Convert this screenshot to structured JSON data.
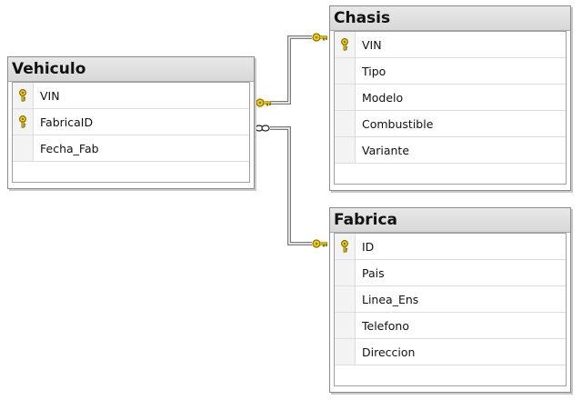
{
  "tables": {
    "vehiculo": {
      "title": "Vehiculo",
      "columns": [
        {
          "name": "VIN",
          "pk": true
        },
        {
          "name": "FabricaID",
          "pk": true
        },
        {
          "name": "Fecha_Fab",
          "pk": false
        }
      ]
    },
    "chasis": {
      "title": "Chasis",
      "columns": [
        {
          "name": "VIN",
          "pk": true
        },
        {
          "name": "Tipo",
          "pk": false
        },
        {
          "name": "Modelo",
          "pk": false
        },
        {
          "name": "Combustible",
          "pk": false
        },
        {
          "name": "Variante",
          "pk": false
        }
      ]
    },
    "fabrica": {
      "title": "Fabrica",
      "columns": [
        {
          "name": "ID",
          "pk": true
        },
        {
          "name": "Pais",
          "pk": false
        },
        {
          "name": "Linea_Ens",
          "pk": false
        },
        {
          "name": "Telefono",
          "pk": false
        },
        {
          "name": "Direccion",
          "pk": false
        }
      ]
    }
  },
  "relationships": [
    {
      "from": "vehiculo",
      "to": "chasis",
      "from_end": "key",
      "to_end": "key"
    },
    {
      "from": "vehiculo",
      "to": "fabrica",
      "from_end": "many",
      "to_end": "key"
    }
  ],
  "colors": {
    "key_icon": "#e0c000",
    "line": "#606060",
    "header": "#dcdcdc"
  }
}
